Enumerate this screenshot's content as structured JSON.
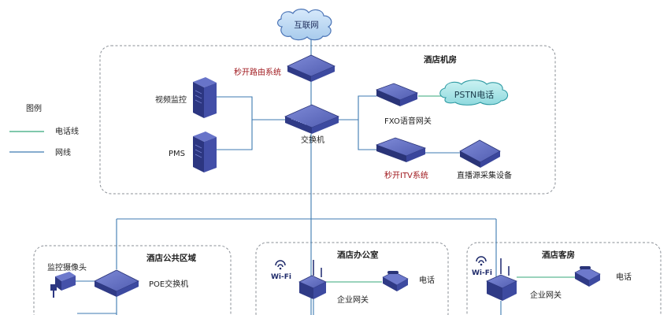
{
  "cloud_internet": "互联网",
  "cloud_pstn": "PSTN电话",
  "legend": {
    "title": "图例",
    "phone_line": "电话线",
    "network_line": "网线",
    "phone_line_color": "#34a77a",
    "network_line_color": "#3d7ab0"
  },
  "zones": {
    "machine_room": {
      "title": "酒店机房",
      "devices": {
        "router": "秒开路由系统",
        "video_monitor": "视频监控",
        "pms": "PMS",
        "switch": "交换机",
        "fxo_gateway": "FXO语音网关",
        "itv": "秒开ITV系统",
        "live_source": "直播源采集设备"
      }
    },
    "public_area": {
      "title": "酒店公共区域",
      "devices": {
        "camera": "监控摄像头",
        "poe_switch": "POE交换机"
      }
    },
    "office": {
      "title": "酒店办公室",
      "devices": {
        "wifi": "Wi-Fi",
        "gateway": "企业网关",
        "phone": "电话"
      }
    },
    "guest_room": {
      "title": "酒店客房",
      "devices": {
        "wifi": "Wi-Fi",
        "gateway": "企业网关",
        "phone": "电话"
      }
    }
  },
  "colors": {
    "device_blue": "#3e4a9c",
    "device_top": "#6f7ccf",
    "server_dark": "#2f3a86",
    "zone_border": "#8a8f96",
    "red_label": "#a0191e"
  }
}
